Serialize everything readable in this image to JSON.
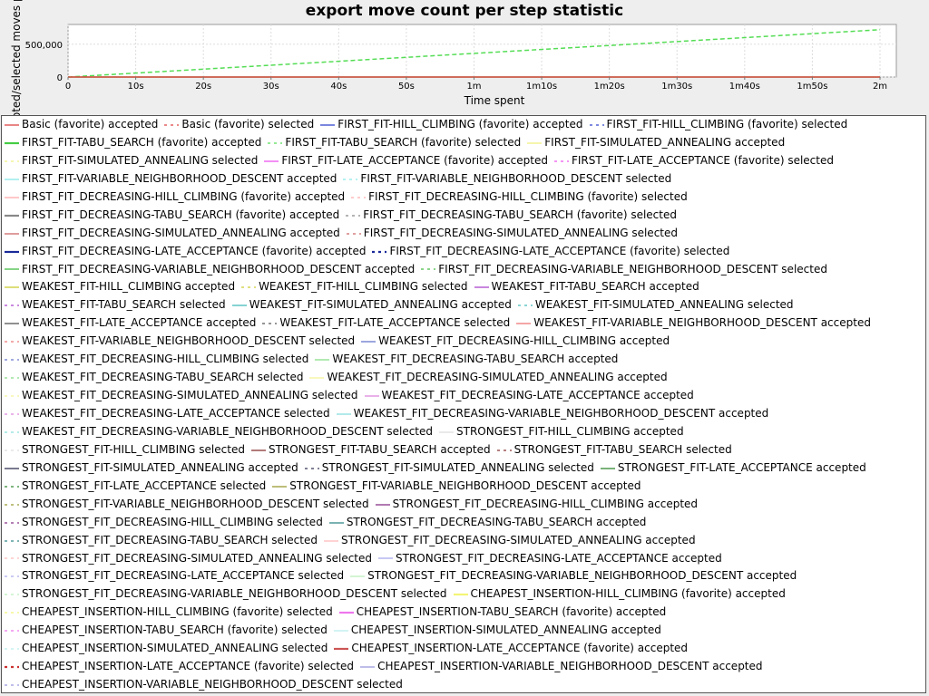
{
  "chart_data": {
    "type": "line",
    "title": "export move count per step statistic",
    "xlabel": "Time spent",
    "ylabel": "Accepted/selected moves p",
    "x_ticks": [
      "0",
      "10s",
      "20s",
      "30s",
      "40s",
      "50s",
      "1m",
      "1m10s",
      "1m20s",
      "1m30s",
      "1m40s",
      "1m50s",
      "2m"
    ],
    "y_ticks": [
      "0",
      "500,000"
    ],
    "x_range_seconds": [
      0,
      120
    ],
    "ylim": [
      0,
      800000
    ],
    "grid": true,
    "legend_position": "bottom",
    "series": [
      {
        "name": "FIRST_FIT-TABU_SEARCH (favorite) selected",
        "color": "#55dd55",
        "dashed": true,
        "x": [
          0,
          10,
          20,
          30,
          40,
          50,
          60,
          70,
          80,
          90,
          100,
          110,
          120
        ],
        "y": [
          0,
          60000,
          120000,
          180000,
          240000,
          300000,
          360000,
          420000,
          480000,
          540000,
          600000,
          660000,
          720000
        ]
      },
      {
        "name": "FIRST_FIT-TABU_SEARCH (favorite) accepted",
        "color": "#55dd55",
        "dashed": false,
        "x": [
          0,
          120
        ],
        "y": [
          0,
          0
        ]
      },
      {
        "name": "Basic (favorite) accepted",
        "color": "#dd4444",
        "dashed": false,
        "x": [
          0,
          120
        ],
        "y": [
          0,
          0
        ]
      }
    ]
  },
  "legend": {
    "rows": [
      [
        {
          "label": "Basic (favorite) accepted",
          "color": "#dd4444",
          "dashed": false,
          "bold": false
        },
        {
          "label": "Basic (favorite) selected",
          "color": "#dd4444",
          "dashed": true,
          "bold": false
        },
        {
          "label": "FIRST_FIT-HILL_CLIMBING (favorite) accepted",
          "color": "#3344cc",
          "dashed": false,
          "bold": false
        },
        {
          "label": "FIRST_FIT-HILL_CLIMBING (favorite) selected",
          "color": "#3344cc",
          "dashed": true,
          "bold": false
        }
      ],
      [
        {
          "label": "FIRST_FIT-TABU_SEARCH (favorite) accepted",
          "color": "#44cc44",
          "dashed": false,
          "bold": true
        },
        {
          "label": "FIRST_FIT-TABU_SEARCH (favorite) selected",
          "color": "#55dd55",
          "dashed": true,
          "bold": false
        },
        {
          "label": "FIRST_FIT-SIMULATED_ANNEALING accepted",
          "color": "#f0f080",
          "dashed": false,
          "bold": false
        }
      ],
      [
        {
          "label": "FIRST_FIT-SIMULATED_ANNEALING selected",
          "color": "#f0f080",
          "dashed": true,
          "bold": false
        },
        {
          "label": "FIRST_FIT-LATE_ACCEPTANCE (favorite) accepted",
          "color": "#ee55ee",
          "dashed": false,
          "bold": false
        },
        {
          "label": "FIRST_FIT-LATE_ACCEPTANCE (favorite) selected",
          "color": "#ee55ee",
          "dashed": true,
          "bold": false
        }
      ],
      [
        {
          "label": "FIRST_FIT-VARIABLE_NEIGHBORHOOD_DESCENT accepted",
          "color": "#88e8e8",
          "dashed": false,
          "bold": false
        },
        {
          "label": "FIRST_FIT-VARIABLE_NEIGHBORHOOD_DESCENT selected",
          "color": "#88e8e8",
          "dashed": true,
          "bold": false
        }
      ],
      [
        {
          "label": "FIRST_FIT_DECREASING-HILL_CLIMBING (favorite) accepted",
          "color": "#ffaaaa",
          "dashed": false,
          "bold": false
        },
        {
          "label": "FIRST_FIT_DECREASING-HILL_CLIMBING (favorite) selected",
          "color": "#ffaaaa",
          "dashed": true,
          "bold": false
        }
      ],
      [
        {
          "label": "FIRST_FIT_DECREASING-TABU_SEARCH (favorite) accepted",
          "color": "#888888",
          "dashed": false,
          "bold": true
        },
        {
          "label": "FIRST_FIT_DECREASING-TABU_SEARCH (favorite) selected",
          "color": "#888888",
          "dashed": true,
          "bold": false
        }
      ],
      [
        {
          "label": "FIRST_FIT_DECREASING-SIMULATED_ANNEALING accepted",
          "color": "#cc6666",
          "dashed": false,
          "bold": false
        },
        {
          "label": "FIRST_FIT_DECREASING-SIMULATED_ANNEALING selected",
          "color": "#cc6666",
          "dashed": true,
          "bold": false
        }
      ],
      [
        {
          "label": "FIRST_FIT_DECREASING-LATE_ACCEPTANCE (favorite) accepted",
          "color": "#1a2a9a",
          "dashed": false,
          "bold": true
        },
        {
          "label": "FIRST_FIT_DECREASING-LATE_ACCEPTANCE (favorite) selected",
          "color": "#1a2a9a",
          "dashed": true,
          "bold": true
        }
      ],
      [
        {
          "label": "FIRST_FIT_DECREASING-VARIABLE_NEIGHBORHOOD_DESCENT accepted",
          "color": "#44bb44",
          "dashed": false,
          "bold": false
        },
        {
          "label": "FIRST_FIT_DECREASING-VARIABLE_NEIGHBORHOOD_DESCENT selected",
          "color": "#44bb44",
          "dashed": true,
          "bold": false
        }
      ],
      [
        {
          "label": "WEAKEST_FIT-HILL_CLIMBING accepted",
          "color": "#cccc33",
          "dashed": false,
          "bold": false
        },
        {
          "label": "WEAKEST_FIT-HILL_CLIMBING selected",
          "color": "#cccc33",
          "dashed": true,
          "bold": false
        },
        {
          "label": "WEAKEST_FIT-TABU_SEARCH accepted",
          "color": "#aa44cc",
          "dashed": false,
          "bold": false
        }
      ],
      [
        {
          "label": "WEAKEST_FIT-TABU_SEARCH selected",
          "color": "#aa44cc",
          "dashed": true,
          "bold": false
        },
        {
          "label": "WEAKEST_FIT-SIMULATED_ANNEALING accepted",
          "color": "#44bbbb",
          "dashed": false,
          "bold": false
        },
        {
          "label": "WEAKEST_FIT-SIMULATED_ANNEALING selected",
          "color": "#44bbbb",
          "dashed": true,
          "bold": false
        }
      ],
      [
        {
          "label": "WEAKEST_FIT-LATE_ACCEPTANCE accepted",
          "color": "#555555",
          "dashed": false,
          "bold": false
        },
        {
          "label": "WEAKEST_FIT-LATE_ACCEPTANCE selected",
          "color": "#555555",
          "dashed": true,
          "bold": false
        },
        {
          "label": "WEAKEST_FIT-VARIABLE_NEIGHBORHOOD_DESCENT accepted",
          "color": "#ee7777",
          "dashed": false,
          "bold": false
        }
      ],
      [
        {
          "label": "WEAKEST_FIT-VARIABLE_NEIGHBORHOOD_DESCENT selected",
          "color": "#ee7777",
          "dashed": true,
          "bold": false
        },
        {
          "label": "WEAKEST_FIT_DECREASING-HILL_CLIMBING accepted",
          "color": "#6677cc",
          "dashed": false,
          "bold": false
        }
      ],
      [
        {
          "label": "WEAKEST_FIT_DECREASING-HILL_CLIMBING selected",
          "color": "#6677cc",
          "dashed": true,
          "bold": false
        },
        {
          "label": "WEAKEST_FIT_DECREASING-TABU_SEARCH accepted",
          "color": "#88dd88",
          "dashed": false,
          "bold": false
        }
      ],
      [
        {
          "label": "WEAKEST_FIT_DECREASING-TABU_SEARCH selected",
          "color": "#88dd88",
          "dashed": true,
          "bold": false
        },
        {
          "label": "WEAKEST_FIT_DECREASING-SIMULATED_ANNEALING accepted",
          "color": "#f4f49a",
          "dashed": false,
          "bold": false
        }
      ],
      [
        {
          "label": "WEAKEST_FIT_DECREASING-SIMULATED_ANNEALING selected",
          "color": "#f4f49a",
          "dashed": true,
          "bold": false
        },
        {
          "label": "WEAKEST_FIT_DECREASING-LATE_ACCEPTANCE accepted",
          "color": "#dd88dd",
          "dashed": false,
          "bold": false
        }
      ],
      [
        {
          "label": "WEAKEST_FIT_DECREASING-LATE_ACCEPTANCE selected",
          "color": "#dd88dd",
          "dashed": true,
          "bold": false
        },
        {
          "label": "WEAKEST_FIT_DECREASING-VARIABLE_NEIGHBORHOOD_DESCENT accepted",
          "color": "#88dddd",
          "dashed": false,
          "bold": false
        }
      ],
      [
        {
          "label": "WEAKEST_FIT_DECREASING-VARIABLE_NEIGHBORHOOD_DESCENT selected",
          "color": "#88dddd",
          "dashed": true,
          "bold": false
        },
        {
          "label": "STRONGEST_FIT-HILL_CLIMBING accepted",
          "color": "#dddddd",
          "dashed": false,
          "bold": false
        }
      ],
      [
        {
          "label": "STRONGEST_FIT-HILL_CLIMBING selected",
          "color": "#dddddd",
          "dashed": true,
          "bold": false
        },
        {
          "label": "STRONGEST_FIT-TABU_SEARCH accepted",
          "color": "#883333",
          "dashed": false,
          "bold": false
        },
        {
          "label": "STRONGEST_FIT-TABU_SEARCH selected",
          "color": "#883333",
          "dashed": true,
          "bold": false
        }
      ],
      [
        {
          "label": "STRONGEST_FIT-SIMULATED_ANNEALING accepted",
          "color": "#333355",
          "dashed": false,
          "bold": false
        },
        {
          "label": "STRONGEST_FIT-SIMULATED_ANNEALING selected",
          "color": "#333355",
          "dashed": true,
          "bold": false
        },
        {
          "label": "STRONGEST_FIT-LATE_ACCEPTANCE accepted",
          "color": "#338833",
          "dashed": false,
          "bold": false
        }
      ],
      [
        {
          "label": "STRONGEST_FIT-LATE_ACCEPTANCE selected",
          "color": "#338833",
          "dashed": true,
          "bold": false
        },
        {
          "label": "STRONGEST_FIT-VARIABLE_NEIGHBORHOOD_DESCENT accepted",
          "color": "#999933",
          "dashed": false,
          "bold": false
        }
      ],
      [
        {
          "label": "STRONGEST_FIT-VARIABLE_NEIGHBORHOOD_DESCENT selected",
          "color": "#999933",
          "dashed": true,
          "bold": false
        },
        {
          "label": "STRONGEST_FIT_DECREASING-HILL_CLIMBING accepted",
          "color": "#883388",
          "dashed": false,
          "bold": false
        }
      ],
      [
        {
          "label": "STRONGEST_FIT_DECREASING-HILL_CLIMBING selected",
          "color": "#883388",
          "dashed": true,
          "bold": false
        },
        {
          "label": "STRONGEST_FIT_DECREASING-TABU_SEARCH accepted",
          "color": "#338888",
          "dashed": false,
          "bold": false
        }
      ],
      [
        {
          "label": "STRONGEST_FIT_DECREASING-TABU_SEARCH selected",
          "color": "#338888",
          "dashed": true,
          "bold": false
        },
        {
          "label": "STRONGEST_FIT_DECREASING-SIMULATED_ANNEALING accepted",
          "color": "#ffbbbb",
          "dashed": false,
          "bold": false
        }
      ],
      [
        {
          "label": "STRONGEST_FIT_DECREASING-SIMULATED_ANNEALING selected",
          "color": "#ffbbbb",
          "dashed": true,
          "bold": false
        },
        {
          "label": "STRONGEST_FIT_DECREASING-LATE_ACCEPTANCE accepted",
          "color": "#aaaaee",
          "dashed": false,
          "bold": false
        }
      ],
      [
        {
          "label": "STRONGEST_FIT_DECREASING-LATE_ACCEPTANCE selected",
          "color": "#aaaaee",
          "dashed": true,
          "bold": false
        },
        {
          "label": "STRONGEST_FIT_DECREASING-VARIABLE_NEIGHBORHOOD_DESCENT accepted",
          "color": "#bbeebb",
          "dashed": false,
          "bold": false
        }
      ],
      [
        {
          "label": "STRONGEST_FIT_DECREASING-VARIABLE_NEIGHBORHOOD_DESCENT selected",
          "color": "#bbeebb",
          "dashed": true,
          "bold": false
        },
        {
          "label": "CHEAPEST_INSERTION-HILL_CLIMBING (favorite) accepted",
          "color": "#f4f477",
          "dashed": false,
          "bold": true
        }
      ],
      [
        {
          "label": "CHEAPEST_INSERTION-HILL_CLIMBING (favorite) selected",
          "color": "#f4f477",
          "dashed": true,
          "bold": false
        },
        {
          "label": "CHEAPEST_INSERTION-TABU_SEARCH (favorite) accepted",
          "color": "#ee77ee",
          "dashed": false,
          "bold": true
        }
      ],
      [
        {
          "label": "CHEAPEST_INSERTION-TABU_SEARCH (favorite) selected",
          "color": "#ee77ee",
          "dashed": true,
          "bold": false
        },
        {
          "label": "CHEAPEST_INSERTION-SIMULATED_ANNEALING accepted",
          "color": "#bbeeee",
          "dashed": false,
          "bold": false
        }
      ],
      [
        {
          "label": "CHEAPEST_INSERTION-SIMULATED_ANNEALING selected",
          "color": "#bbeeee",
          "dashed": true,
          "bold": false
        },
        {
          "label": "CHEAPEST_INSERTION-LATE_ACCEPTANCE (favorite) accepted",
          "color": "#cc5555",
          "dashed": false,
          "bold": true
        }
      ],
      [
        {
          "label": "CHEAPEST_INSERTION-LATE_ACCEPTANCE (favorite) selected",
          "color": "#cc3333",
          "dashed": true,
          "bold": true
        },
        {
          "label": "CHEAPEST_INSERTION-VARIABLE_NEIGHBORHOOD_DESCENT accepted",
          "color": "#9999dd",
          "dashed": false,
          "bold": false
        }
      ],
      [
        {
          "label": "CHEAPEST_INSERTION-VARIABLE_NEIGHBORHOOD_DESCENT selected",
          "color": "#9999dd",
          "dashed": true,
          "bold": false
        }
      ]
    ]
  }
}
